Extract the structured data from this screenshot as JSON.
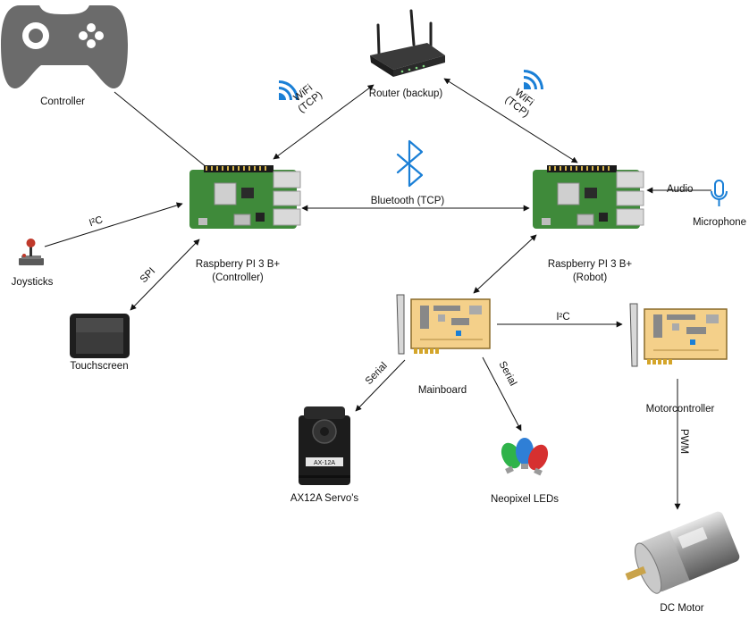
{
  "nodes": {
    "controller": "Controller",
    "router": "Router (backup)",
    "rpi_controller": [
      "Raspberry PI 3 B+",
      "(Controller)"
    ],
    "rpi_robot": [
      "Raspberry PI 3 B+",
      "(Robot)"
    ],
    "joysticks": "Joysticks",
    "touchscreen": "Touchscreen",
    "microphone": "Microphone",
    "mainboard": "Mainboard",
    "motorcontroller": "Motorcontroller",
    "servos": "AX12A Servo's",
    "leds": "Neopixel LEDs",
    "dc_motor": "DC Motor"
  },
  "edges": {
    "wifi_left": [
      "WiFi",
      "(TCP)"
    ],
    "wifi_right": [
      "WiFi",
      "(TCP)"
    ],
    "bluetooth": "Bluetooth (TCP)",
    "audio": "Audio",
    "i2c_joysticks": "I²C",
    "spi": "SPI",
    "i2c_motor": "I²C",
    "serial_servos": "Serial",
    "serial_leds": "Serial",
    "pwm": "PWM"
  },
  "device_text": {
    "servo_sticker": "AX-12A"
  },
  "colors": {
    "wifi": "#1a7fd6",
    "bluetooth": "#1a7fd6",
    "mic": "#1a7fd6",
    "pcb_green": "#3f8a3a",
    "board_fill": "#f4d08a",
    "line": "#111111",
    "gamepad": "#6b6b6b"
  }
}
